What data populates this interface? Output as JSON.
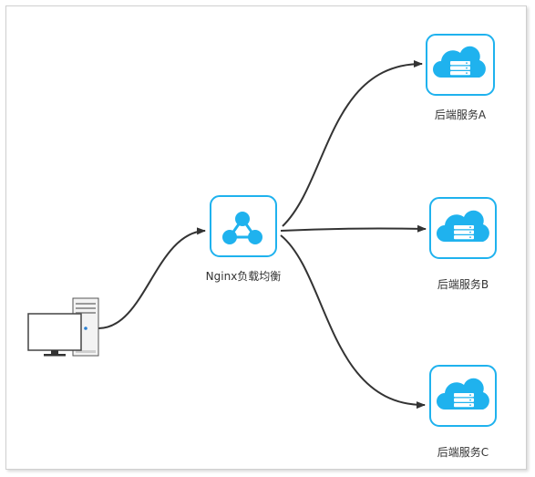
{
  "diagram": {
    "nodes": {
      "client": {
        "label": "",
        "icon": "desktop-computer-icon"
      },
      "nginx": {
        "label": "Nginx负载均衡",
        "icon": "network-hub-icon"
      },
      "backend_a": {
        "label": "后端服务A",
        "icon": "cloud-server-icon"
      },
      "backend_b": {
        "label": "后端服务B",
        "icon": "cloud-server-icon"
      },
      "backend_c": {
        "label": "后端服务C",
        "icon": "cloud-server-icon"
      }
    },
    "edges": [
      {
        "from": "client",
        "to": "nginx"
      },
      {
        "from": "nginx",
        "to": "backend_a"
      },
      {
        "from": "nginx",
        "to": "backend_b"
      },
      {
        "from": "nginx",
        "to": "backend_c"
      }
    ],
    "colors": {
      "accent": "#1fb2ee",
      "edge": "#333333",
      "frame": "#cfcfcf"
    }
  }
}
